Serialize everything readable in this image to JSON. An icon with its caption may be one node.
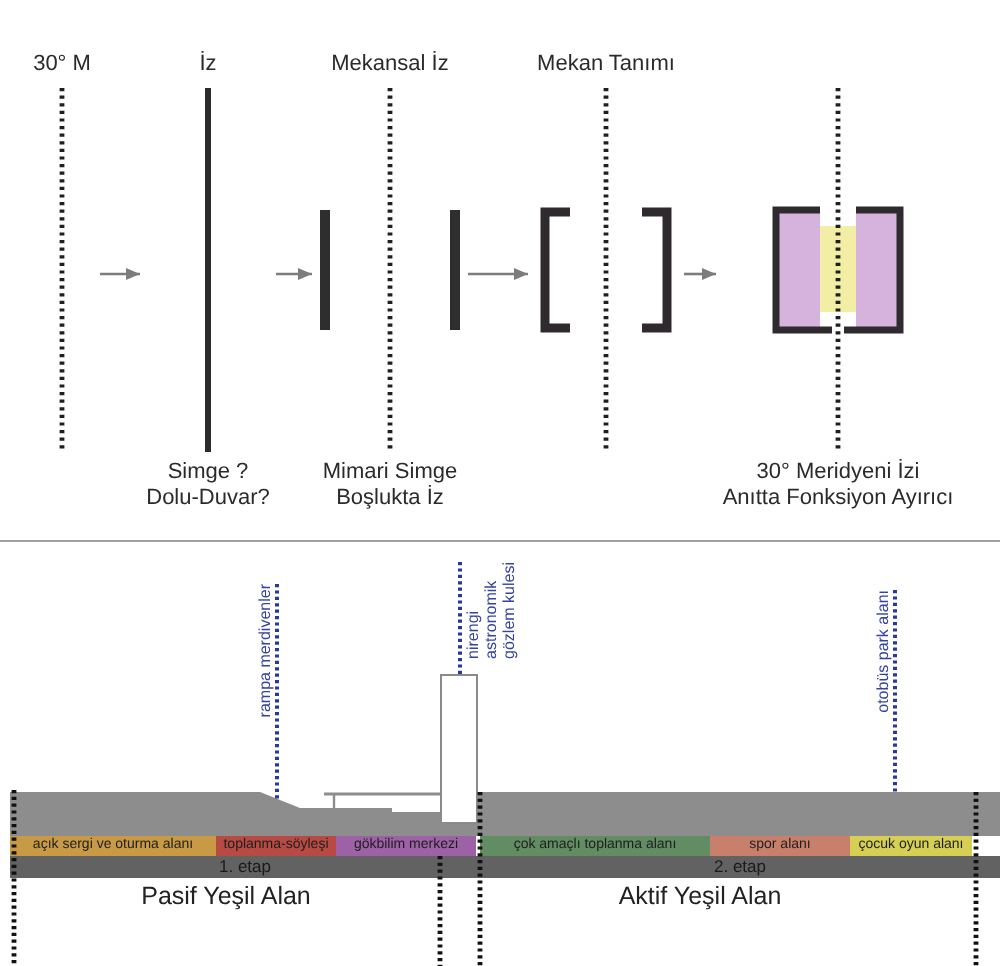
{
  "diagram": {
    "nodes": [
      {
        "text": [
          "30° M"
        ]
      },
      {
        "text": [
          "İz",
          "Simge ? Dolu-Duvar?"
        ]
      },
      {
        "text": [
          "Mekansal İz",
          "Mimari Simge Boşlukta İz"
        ]
      },
      {
        "text": [
          "Mekan Tanımı"
        ]
      },
      {
        "text": [
          "30° Meridyeni İzi Anıtta Fonksiyon Ayırıcı"
        ]
      },
      {
        "text": [
          "rampa merdivenler"
        ]
      },
      {
        "text": [
          "nirengi astronomik gözlem kulesi"
        ]
      },
      {
        "text": [],
        "shape": "box"
      },
      {
        "text": [
          "otobüs park alanı"
        ]
      },
      {
        "text": [],
        "shape": "bar"
      },
      {
        "text": [
          "açık sergi ve oturma alanı"
        ]
      },
      {
        "text": [
          "toplanma-söyleşi"
        ]
      },
      {
        "text": [
          "gökbilim merkezi"
        ]
      },
      {
        "text": [
          "çok amaçlı toplanma alanı"
        ]
      },
      {
        "text": [
          "spor alanı"
        ]
      },
      {
        "text": [
          "çocuk oyun alanı"
        ]
      },
      {
        "text": [
          "1. etap"
        ]
      },
      {
        "text": [
          "2. etap"
        ]
      }
    ],
    "edges": [
      {
        "from": 0,
        "to": 1,
        "arrow": "to"
      },
      {
        "from": 1,
        "to": 2,
        "arrow": "to"
      },
      {
        "from": 2,
        "to": 3,
        "arrow": "to"
      },
      {
        "from": 3,
        "to": 4,
        "arrow": "to"
      },
      {
        "from": 5,
        "to": 9,
        "arrow": "none",
        "style": "dashed",
        "color": "#2b3896"
      },
      {
        "from": 6,
        "to": 7,
        "arrow": "none",
        "style": "dashed",
        "color": "#2b3896"
      },
      {
        "from": 8,
        "to": 9,
        "arrow": "none",
        "style": "dashed",
        "color": "#2b3896"
      }
    ],
    "labels": [
      "Pasif Yeşil Alan",
      "Aktif Yeşil Alan"
    ]
  }
}
